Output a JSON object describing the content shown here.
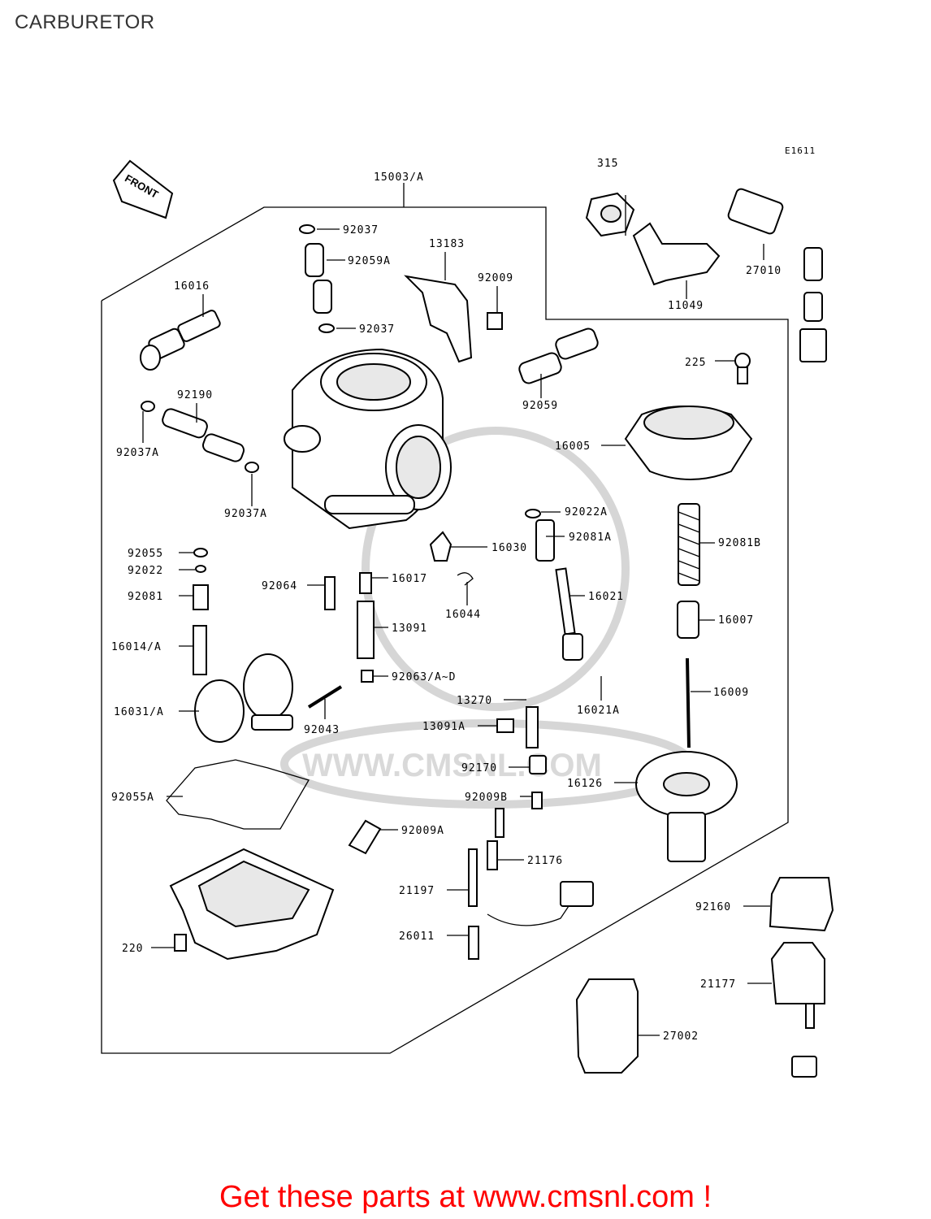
{
  "title": "CARBURETOR",
  "code": "E1611",
  "front_label": "FRONT",
  "watermark": "WWW.CMSNL.COM",
  "banner": "Get these parts at www.cmsnl.com !",
  "labels": [
    "15003/A",
    "315",
    "27010",
    "11049",
    "13183",
    "92037",
    "92059A",
    "92009",
    "16016",
    "92037",
    "225",
    "92059",
    "92190",
    "92037A",
    "16005",
    "92037A",
    "92022A",
    "92081A",
    "92081B",
    "92055",
    "92022",
    "16030",
    "92064",
    "16017",
    "92081",
    "16021",
    "16044",
    "16007",
    "13091",
    "16014/A",
    "16009",
    "92063/A~D",
    "16021A",
    "13270",
    "16031/A",
    "13091A",
    "92043",
    "92170",
    "16126",
    "92055A",
    "92009B",
    "92009A",
    "21176",
    "21197",
    "92160",
    "26011",
    "220",
    "21177",
    "27002"
  ]
}
